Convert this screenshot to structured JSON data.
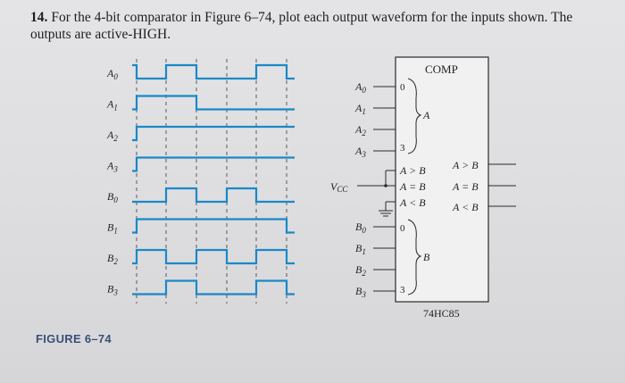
{
  "question": {
    "number": "14.",
    "text": "For the 4-bit comparator in Figure 6–74, plot each output waveform for the inputs shown. The outputs are active-HIGH."
  },
  "figure_label": "FIGURE 6–74",
  "waveforms": {
    "colors": {
      "signal": "#1a88c8",
      "guide": "#3a3a3a"
    },
    "signals": [
      {
        "label": "A",
        "sub": "0",
        "levels": [
          1,
          0,
          1,
          0,
          0,
          1,
          0
        ]
      },
      {
        "label": "A",
        "sub": "1",
        "levels": [
          0,
          1,
          1,
          0,
          0,
          0,
          0
        ]
      },
      {
        "label": "A",
        "sub": "2",
        "levels": [
          0,
          1,
          1,
          1,
          1,
          1,
          1
        ]
      },
      {
        "label": "A",
        "sub": "3",
        "levels": [
          0,
          1,
          1,
          1,
          1,
          1,
          1
        ]
      },
      {
        "label": "B",
        "sub": "0",
        "levels": [
          0,
          0,
          1,
          0,
          1,
          0,
          0
        ]
      },
      {
        "label": "B",
        "sub": "1",
        "levels": [
          0,
          1,
          1,
          1,
          1,
          1,
          0
        ]
      },
      {
        "label": "B",
        "sub": "2",
        "levels": [
          0,
          1,
          0,
          1,
          0,
          1,
          0
        ]
      },
      {
        "label": "B",
        "sub": "3",
        "levels": [
          0,
          0,
          1,
          0,
          0,
          1,
          0
        ]
      }
    ]
  },
  "comparator": {
    "title": "COMP",
    "part_number": "74HC85",
    "vcc_label": "V",
    "vcc_sub": "CC",
    "a_inputs": [
      {
        "label": "A",
        "sub": "0"
      },
      {
        "label": "A",
        "sub": "1"
      },
      {
        "label": "A",
        "sub": "2"
      },
      {
        "label": "A",
        "sub": "3"
      }
    ],
    "b_inputs": [
      {
        "label": "B",
        "sub": "0"
      },
      {
        "label": "B",
        "sub": "1"
      },
      {
        "label": "B",
        "sub": "2"
      },
      {
        "label": "B",
        "sub": "3"
      }
    ],
    "bus_start": "0",
    "bus_end": "3",
    "bus_a_label": "A",
    "bus_b_label": "B",
    "cascade_inputs": [
      "A > B",
      "A = B",
      "A < B"
    ],
    "outputs": [
      "A > B",
      "A = B",
      "A < B"
    ]
  }
}
